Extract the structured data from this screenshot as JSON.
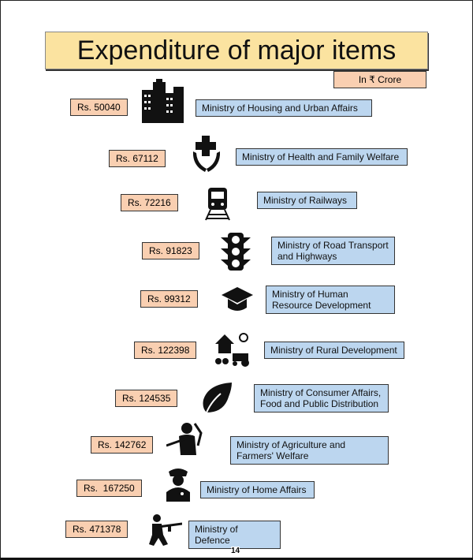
{
  "title": "Expenditure of major items",
  "unit": "In ₹ Crore",
  "items": [
    {
      "amount": "Rs. 50040",
      "ministry": "Ministry of Housing and Urban Affairs",
      "icon": "buildings-icon"
    },
    {
      "amount": "Rs. 67112",
      "ministry": "Ministry of Health and Family Welfare",
      "icon": "health-hands-icon"
    },
    {
      "amount": "Rs. 72216",
      "ministry": "Ministry of Railways",
      "icon": "train-icon"
    },
    {
      "amount": "Rs. 91823",
      "ministry": "Ministry of Road Transport and Highways",
      "icon": "traffic-light-icon"
    },
    {
      "amount": "Rs. 99312",
      "ministry": "Ministry of Human Resource Development",
      "icon": "graduation-cap-icon"
    },
    {
      "amount": "Rs. 122398",
      "ministry": "Ministry of Rural Development",
      "icon": "rural-icon"
    },
    {
      "amount": "Rs. 124535",
      "ministry": "Ministry of Consumer Affairs, Food and Public Distribution",
      "icon": "leaf-icon"
    },
    {
      "amount": "Rs. 142762",
      "ministry": "Ministry of Agriculture and Farmers' Welfare",
      "icon": "farmer-icon"
    },
    {
      "amount": "Rs.  167250",
      "ministry": "Ministry of Home Affairs",
      "icon": "police-icon"
    },
    {
      "amount": "Rs. 471378",
      "ministry": "Ministry of Defence",
      "icon": "soldier-icon"
    }
  ],
  "page_number": "14"
}
